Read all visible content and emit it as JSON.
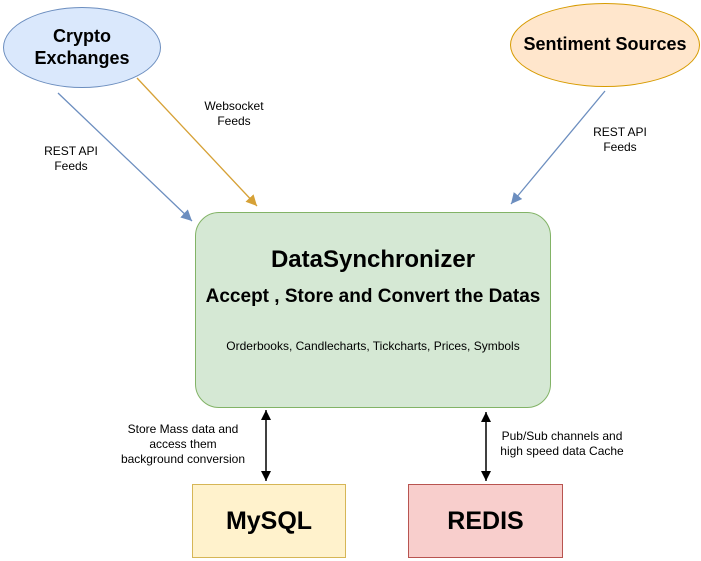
{
  "diagram": {
    "nodes": {
      "crypto_exchanges": {
        "label": "Crypto\nExchanges",
        "shape": "ellipse",
        "fill": "#dae8fc",
        "stroke": "#6c8ebf"
      },
      "sentiment_sources": {
        "label": "Sentiment Sources",
        "shape": "ellipse",
        "fill": "#ffe6cc",
        "stroke": "#d79b00"
      },
      "datasynchronizer": {
        "title": "DataSynchronizer",
        "subtitle": "Accept , Store and Convert the Datas",
        "detail": "Orderbooks, Candlecharts, Tickcharts, Prices, Symbols",
        "shape": "rounded-rectangle",
        "fill": "#d5e8d4",
        "stroke": "#82b366"
      },
      "mysql": {
        "label": "MySQL",
        "shape": "rectangle",
        "fill": "#fff2cc",
        "stroke": "#d6b656"
      },
      "redis": {
        "label": "REDIS",
        "shape": "rectangle",
        "fill": "#f8cecc",
        "stroke": "#b85450"
      }
    },
    "edges": {
      "rest_api_left": {
        "label": "REST API\nFeeds",
        "from": "crypto_exchanges",
        "to": "datasynchronizer",
        "color": "#6c8ebf",
        "arrow": "single"
      },
      "websocket": {
        "label": "Websocket\nFeeds",
        "from": "crypto_exchanges",
        "to": "datasynchronizer",
        "color": "#d6a136",
        "arrow": "single"
      },
      "rest_api_right": {
        "label": "REST API\nFeeds",
        "from": "sentiment_sources",
        "to": "datasynchronizer",
        "color": "#6c8ebf",
        "arrow": "single"
      },
      "mysql_link": {
        "label": "Store Mass data and\naccess them\nbackground conversion",
        "from": "datasynchronizer",
        "to": "mysql",
        "color": "#000000",
        "arrow": "double"
      },
      "redis_link": {
        "label": "Pub/Sub channels and\nhigh speed data Cache",
        "from": "datasynchronizer",
        "to": "redis",
        "color": "#000000",
        "arrow": "double"
      }
    }
  }
}
